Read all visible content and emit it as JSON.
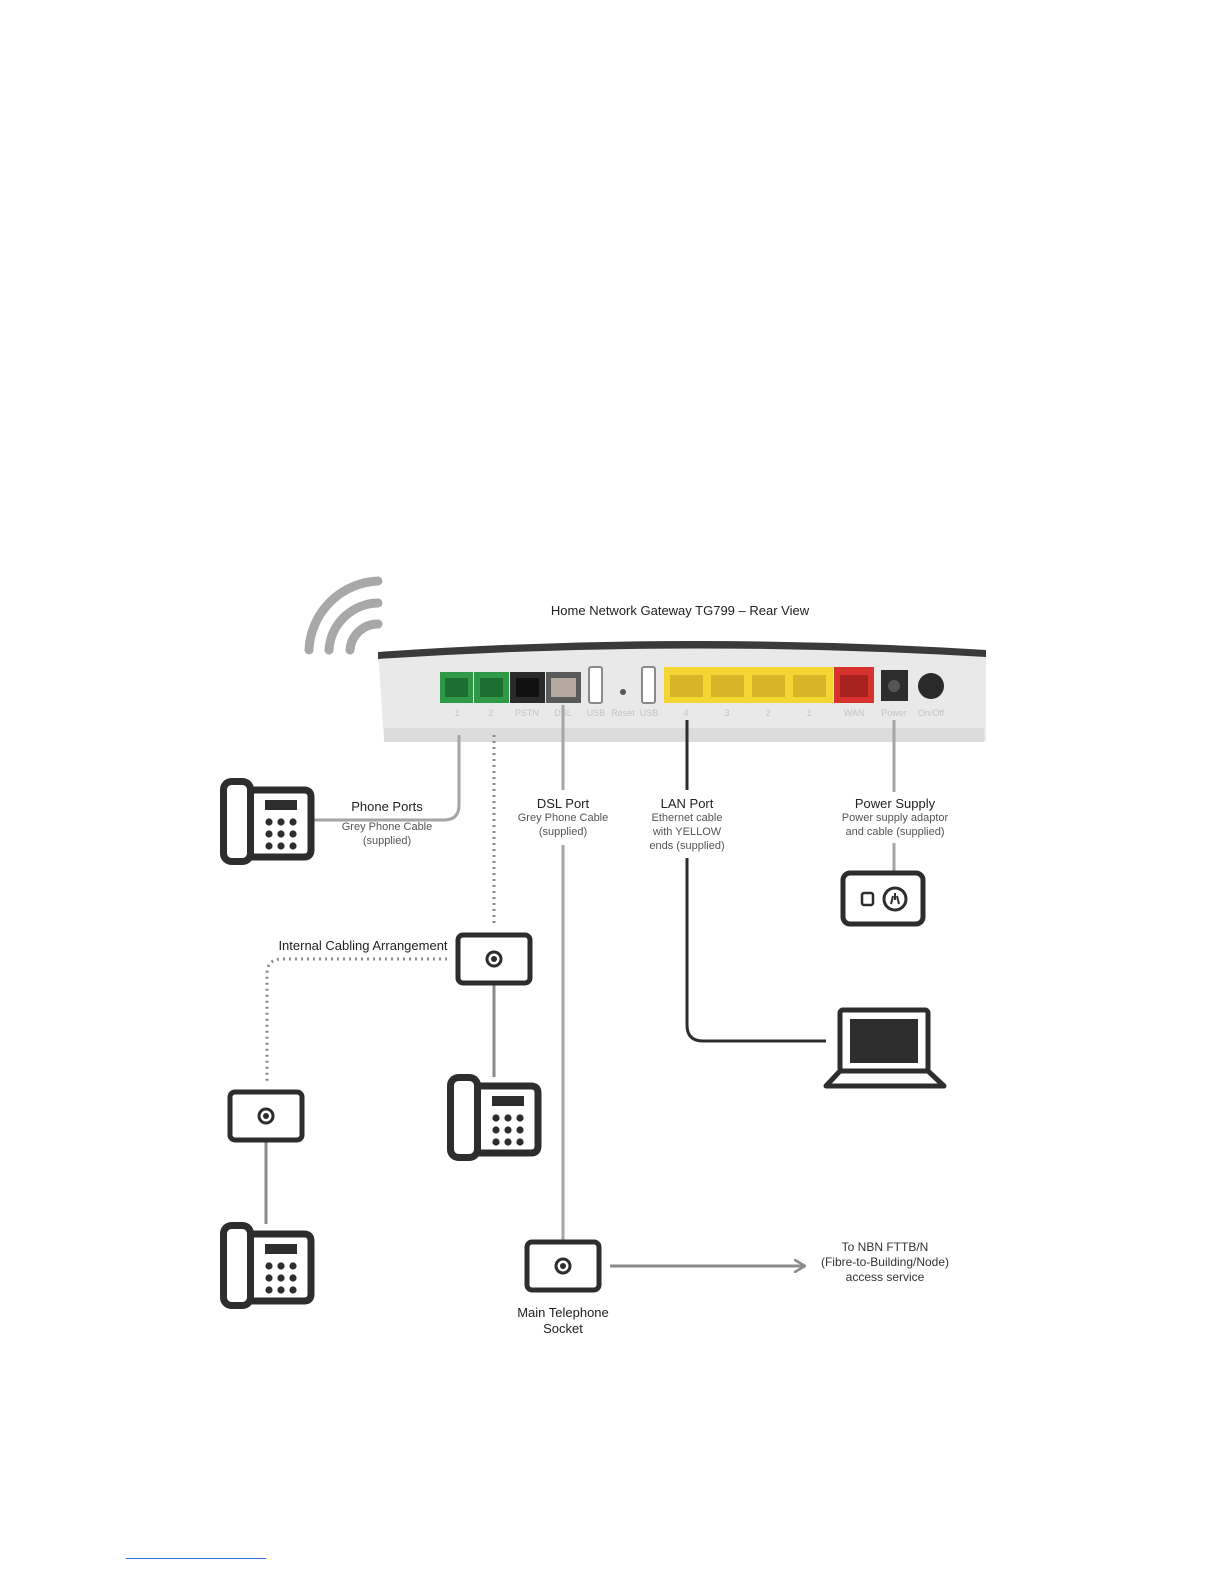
{
  "router": {
    "title": "Home Network Gateway TG799 – Rear View",
    "port_labels": [
      "1",
      "2",
      "PSTN",
      "DSL",
      "USB",
      "Reset",
      "USB",
      "4",
      "3",
      "2",
      "1",
      "WAN",
      "Power",
      "On/Off"
    ]
  },
  "callouts": {
    "phone_ports": {
      "title": "Phone Ports",
      "sub1": "Grey Phone Cable",
      "sub2": "(supplied)"
    },
    "dsl_port": {
      "title": "DSL Port",
      "sub1": "Grey Phone Cable",
      "sub2": "(supplied)"
    },
    "lan_port": {
      "title": "LAN Port",
      "sub1": "Ethernet cable",
      "sub2": "with YELLOW",
      "sub3": "ends (supplied)"
    },
    "power_supply": {
      "title": "Power Supply",
      "sub1": "Power supply adaptor",
      "sub2": "and cable (supplied)"
    },
    "internal_cabling": {
      "title": "Internal Cabling Arrangement"
    },
    "main_socket": {
      "line1": "Main Telephone",
      "line2": "Socket"
    },
    "nbn": {
      "line1": "To NBN FTTB/N",
      "line2": "(Fibre-to-Building/Node)",
      "line3": "access service"
    }
  },
  "colors": {
    "phone_port": "#2e9a48",
    "pstn_port": "#2a2a2a",
    "dsl_port": "#5a5a5a",
    "lan_port": "#f3d633",
    "wan_port": "#d8322e",
    "icon": "#2d2d2d",
    "cable": "#9a9a9a",
    "router_top": "#3a3a3a",
    "router_body": "#eeeeee"
  },
  "icons": [
    "wifi-icon",
    "desk-phone-icon",
    "desk-phone-icon",
    "desk-phone-icon",
    "wall-socket-icon",
    "wall-socket-icon",
    "main-socket-icon",
    "power-outlet-icon",
    "laptop-icon",
    "arrow-right-icon"
  ]
}
